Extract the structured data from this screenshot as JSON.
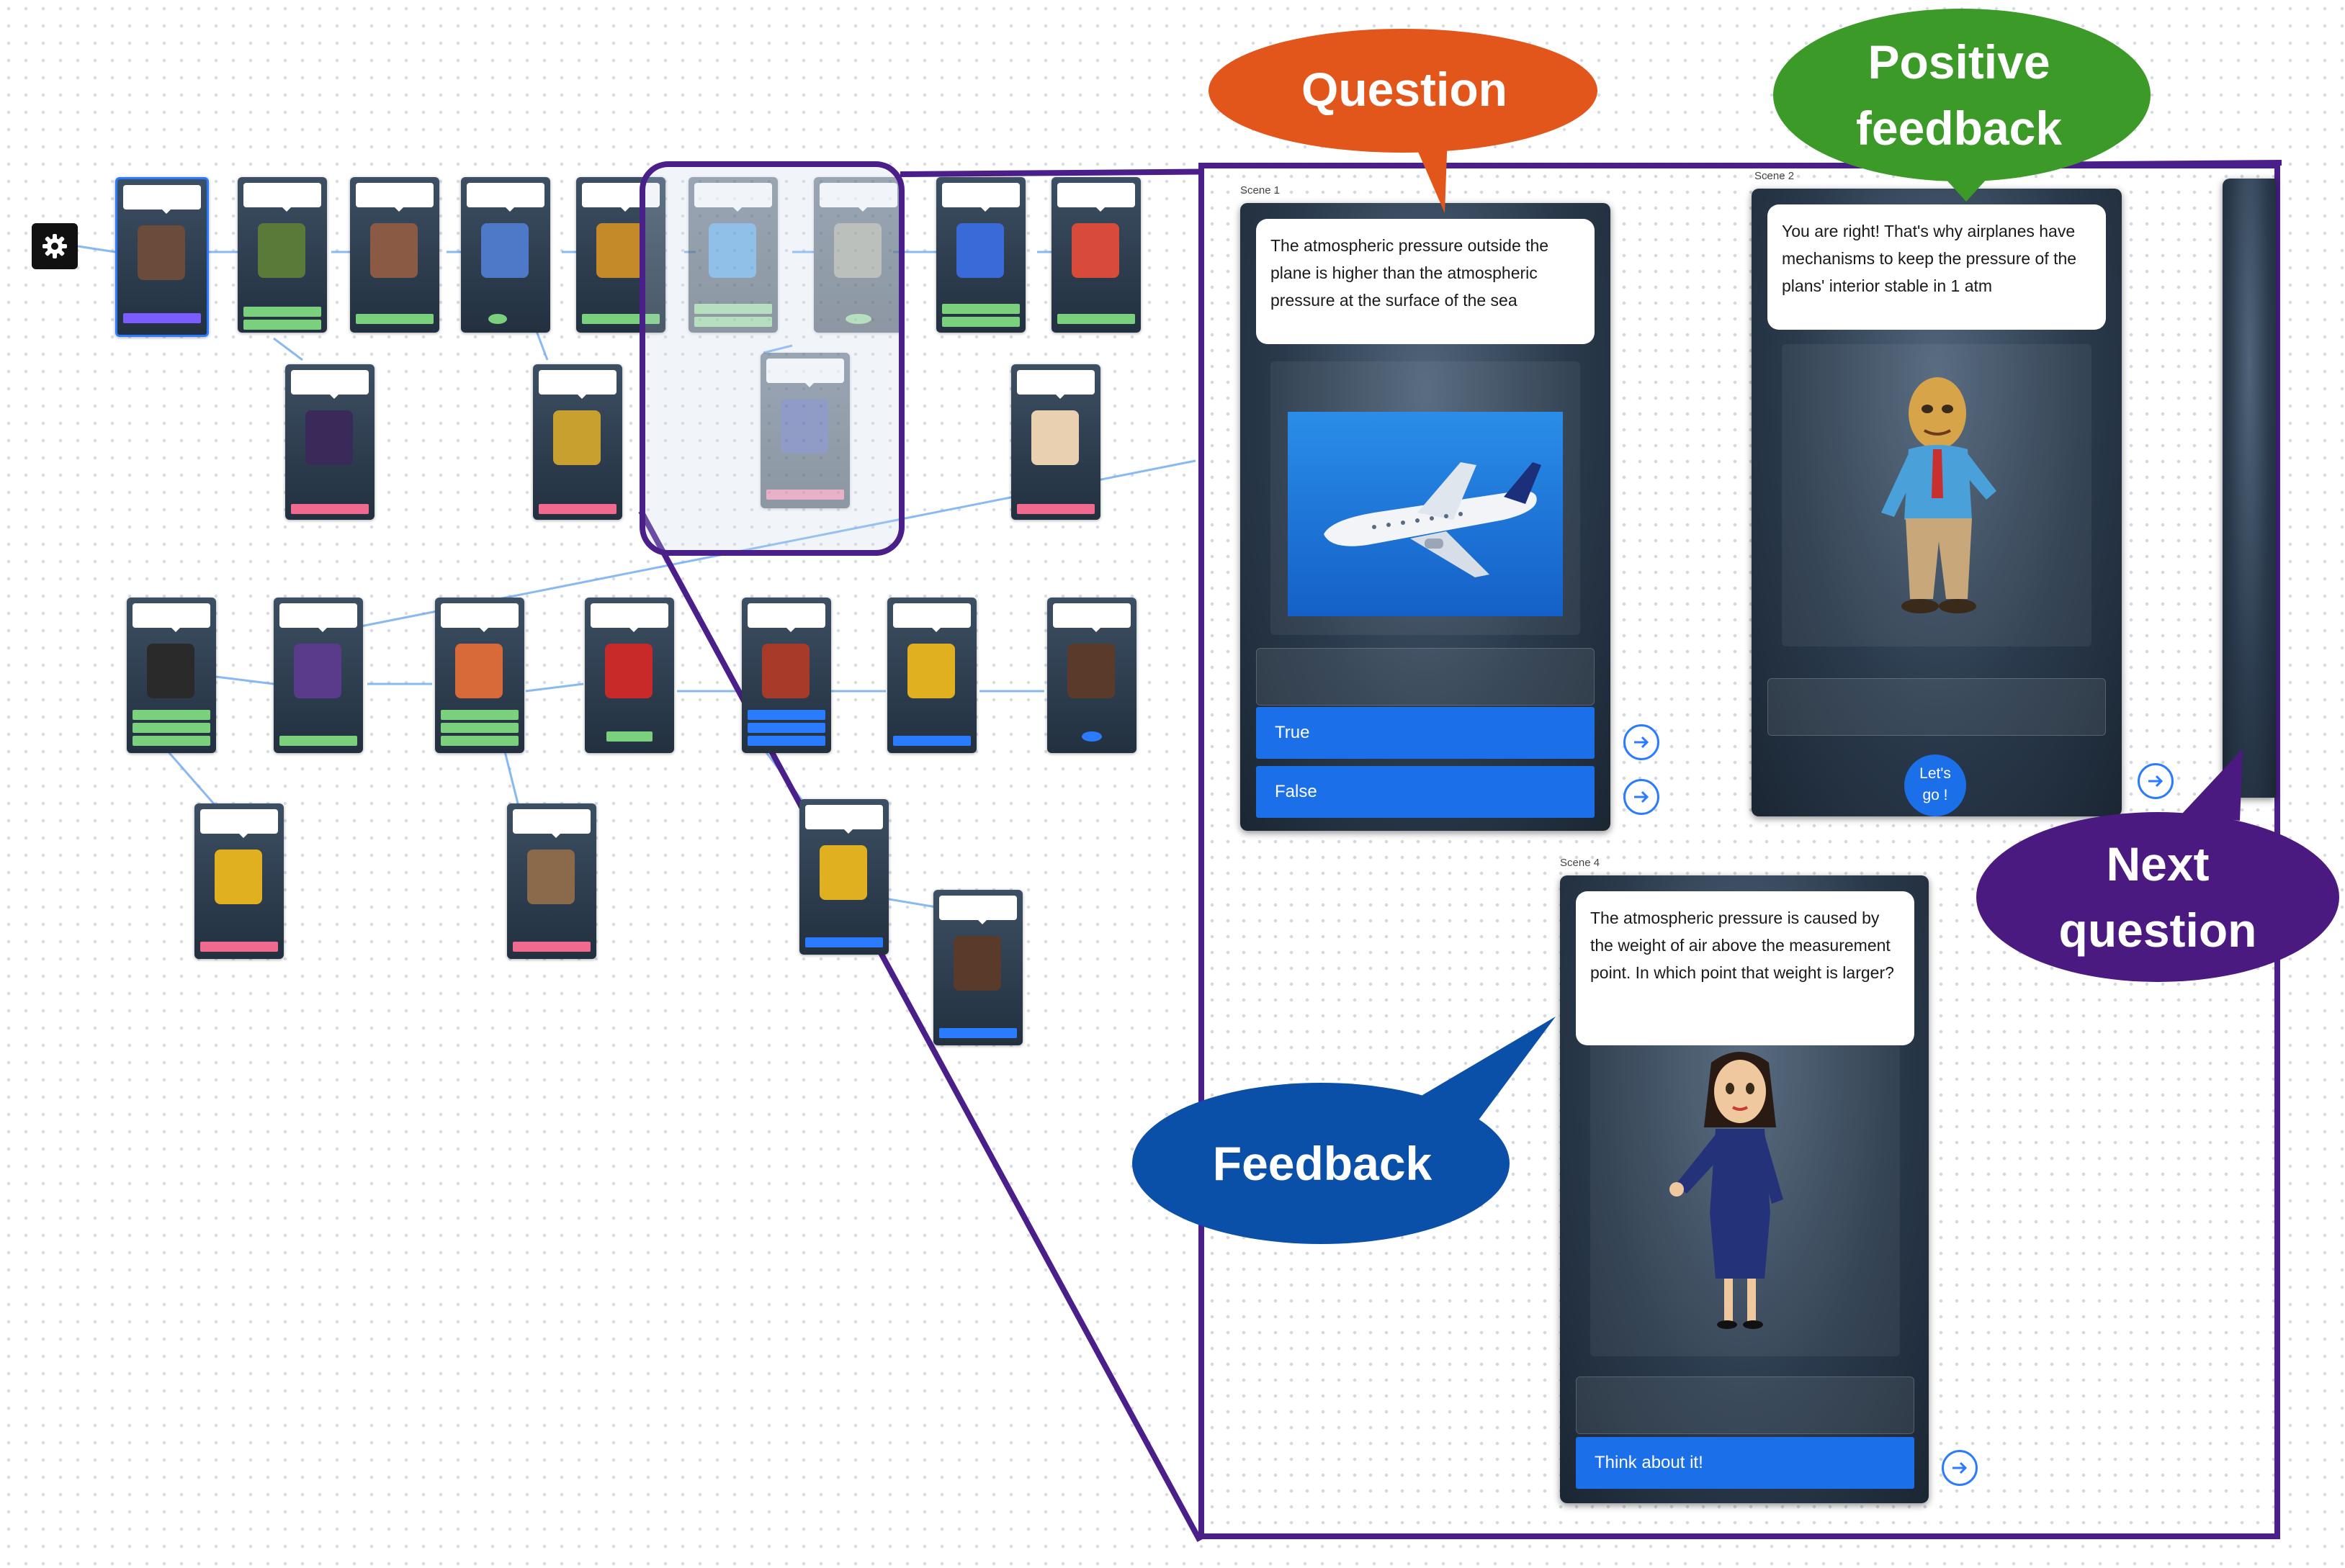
{
  "zoom_panel": {
    "scene1": {
      "label": "Scene 1",
      "question": "The atmospheric pressure outside the plane is higher than the atmospheric pressure at the surface of the sea",
      "answers": [
        "True",
        "False"
      ]
    },
    "scene2": {
      "label": "Scene 2",
      "text": "You are right! That's why airplanes have mechanisms to keep the pressure of the plans' interior stable in 1 atm",
      "button_line1": "Let's",
      "button_line2": "go !"
    },
    "scene4": {
      "label": "Scene 4",
      "text": "The atmospheric pressure is caused by the weight of air above the measurement point. In which point that weight is larger?",
      "answer": "Think about it!"
    }
  },
  "callouts": {
    "question": "Question",
    "positive_line1": "Positive",
    "positive_line2": "feedback",
    "feedback": "Feedback",
    "next_line1": "Next",
    "next_line2": "question"
  },
  "colors": {
    "question_callout": "#e2561c",
    "positive_callout": "#3c9a29",
    "feedback_callout": "#0a50a8",
    "next_callout": "#4b1a80",
    "frame": "#4b1f8a",
    "answer_button": "#1b6fe8"
  },
  "icons": [
    "gear-icon",
    "arrow-right-icon",
    "airplane-image",
    "man-character",
    "woman-character"
  ]
}
